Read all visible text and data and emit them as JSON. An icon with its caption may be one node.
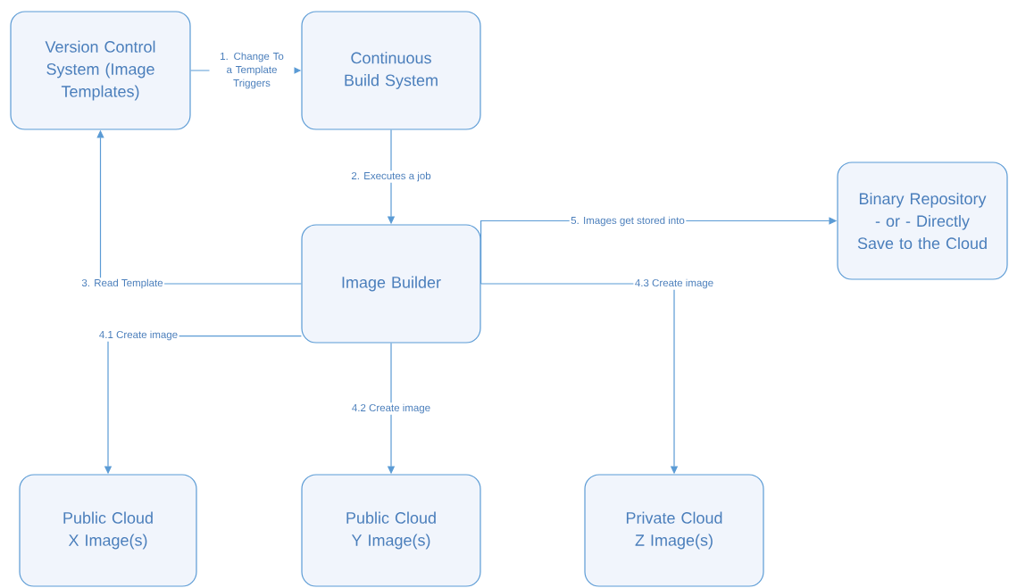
{
  "diagram": {
    "nodes": [
      {
        "text": [
          "Version Control System (Image Templates)"
        ]
      },
      {
        "text": [
          "Continuous Build System"
        ]
      },
      {
        "text": [
          "Image Builder"
        ]
      },
      {
        "text": [
          "Binary Repository - or - Directly Save to the Cloud"
        ]
      },
      {
        "text": [
          "Public Cloud X Image(s)"
        ]
      },
      {
        "text": [
          "Public Cloud Y Image(s)"
        ]
      },
      {
        "text": [
          "Private Cloud Z Image(s)"
        ]
      }
    ],
    "edges": [
      {
        "from": 0,
        "to": 1,
        "arrow": "to",
        "label": "1. Change To a Template Triggers"
      },
      {
        "from": 1,
        "to": 2,
        "arrow": "to",
        "label": "2. Executes a job"
      },
      {
        "from": 2,
        "to": 0,
        "arrow": "to",
        "label": "3. Read Template"
      },
      {
        "from": 2,
        "to": 4,
        "arrow": "to",
        "label": "4.1 Create image"
      },
      {
        "from": 2,
        "to": 5,
        "arrow": "to",
        "label": "4.2 Create image"
      },
      {
        "from": 2,
        "to": 6,
        "arrow": "to",
        "label": "4.3 Create image"
      },
      {
        "from": 2,
        "to": 3,
        "arrow": "to",
        "label": "5. Images get stored into"
      }
    ]
  }
}
